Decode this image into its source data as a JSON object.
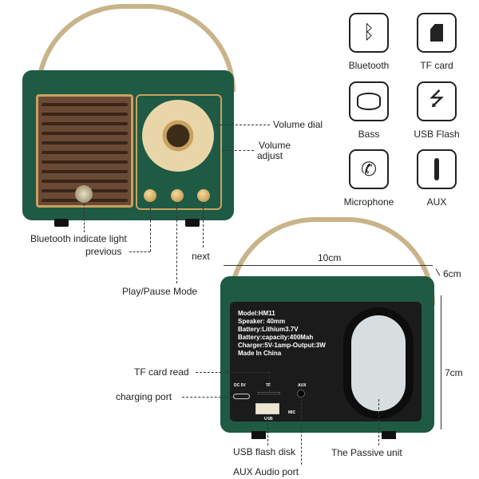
{
  "front_labels": {
    "volume_dial": "Volume dial",
    "volume_adjust_1": "Volume",
    "volume_adjust_2": "adjust",
    "bt_light": "Bluetooth indicate light",
    "previous": "previous",
    "next": "next",
    "play_pause": "Play/Pause Mode"
  },
  "features": [
    {
      "label": "Bluetooth",
      "icon": "bluetooth-icon"
    },
    {
      "label": "TF card",
      "icon": "sd-card-icon"
    },
    {
      "label": "Bass",
      "icon": "drum-icon"
    },
    {
      "label": "USB Flash",
      "icon": "usb-icon"
    },
    {
      "label": "Microphone",
      "icon": "phone-icon"
    },
    {
      "label": "AUX",
      "icon": "aux-jack-icon"
    }
  ],
  "dimensions": {
    "width": "10cm",
    "depth": "6cm",
    "height": "7cm"
  },
  "specs": [
    "Model:HM11",
    "Speaker:   40mm",
    "Battery:Lithium3.7V",
    "Battery:capacity:400Mah",
    "Charger:5V-1amp-Output:3W",
    "Made In China"
  ],
  "port_marks": {
    "dc": "DC 5V",
    "tf": "TF",
    "aux": "AUX",
    "usb": "USB",
    "mic": "MIC"
  },
  "back_labels": {
    "tf_read": "TF card read",
    "charging": "charging port",
    "usb_disk": "USB flash disk",
    "aux_port": "AUX Audio port",
    "passive": "The Passive unit"
  }
}
